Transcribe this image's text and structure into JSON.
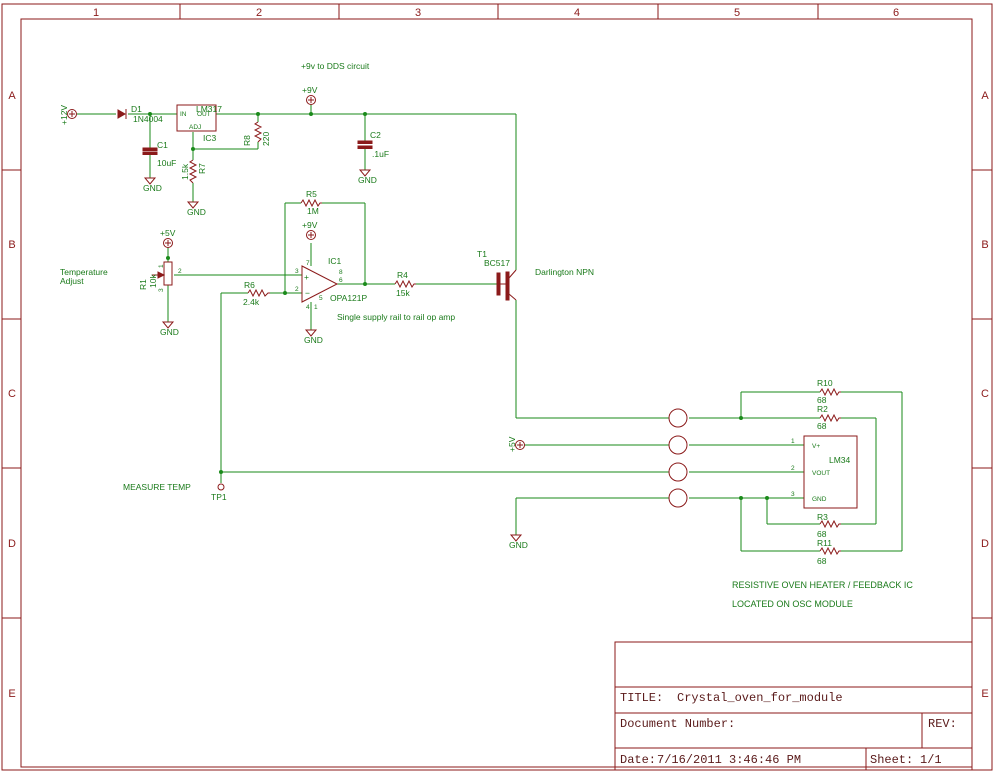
{
  "frame": {
    "columns": [
      "1",
      "2",
      "3",
      "4",
      "5",
      "6"
    ],
    "rows": [
      "A",
      "B",
      "C",
      "D",
      "E"
    ]
  },
  "title_block": {
    "title_label": "TITLE:",
    "title_value": "Crystal_oven_for_module",
    "docnum_label": "Document Number:",
    "rev_label": "REV:",
    "date_label": "Date:",
    "date_value": "7/16/2011 3:46:46 PM",
    "sheet_label": "Sheet:",
    "sheet_value": "1/1"
  },
  "notes": {
    "dds": "+9v to DDS circuit",
    "temp_adjust_1": "Temperature",
    "temp_adjust_2": "Adjust",
    "darlington": "Darlington NPN",
    "opamp_note": "Single supply rail to rail op amp",
    "measure_temp": "MEASURE TEMP",
    "heater_1": "RESISTIVE OVEN HEATER / FEEDBACK IC",
    "heater_2": "LOCATED ON OSC MODULE"
  },
  "power": {
    "v12": "+12V",
    "v9_top": "+9V",
    "v9_opamp": "+9V",
    "v5_pot": "+5V",
    "v5_sensor": "+5V"
  },
  "ground_label": "GND",
  "parts": {
    "D1": {
      "name": "D1",
      "value": "1N4004"
    },
    "IC3": {
      "name": "IC3",
      "value": "LM317",
      "pin_in": "IN",
      "pin_out": "OUT",
      "pin_adj": "ADJ"
    },
    "C1": {
      "name": "C1",
      "value": "10uF"
    },
    "C2": {
      "name": "C2",
      "value": ".1uF"
    },
    "R8": {
      "name": "R8",
      "value": "220"
    },
    "R7": {
      "name": "R7",
      "value": "1.5k"
    },
    "R5": {
      "name": "R5",
      "value": "1M"
    },
    "R1": {
      "name": "R1",
      "value": "10k"
    },
    "R6": {
      "name": "R6",
      "value": "2.4k"
    },
    "IC1": {
      "name": "IC1",
      "value": "OPA121P"
    },
    "R4": {
      "name": "R4",
      "value": "15k"
    },
    "T1": {
      "name": "T1",
      "value": "BC517"
    },
    "R10": {
      "name": "R10",
      "value": "68"
    },
    "R2": {
      "name": "R2",
      "value": "68"
    },
    "R3": {
      "name": "R3",
      "value": "68"
    },
    "R11": {
      "name": "R11",
      "value": "68"
    },
    "LM34": {
      "name": "LM34",
      "pin_v": "V+",
      "pin_vout": "VOUT",
      "pin_gnd": "GND",
      "pin1": "1",
      "pin2": "2",
      "pin3": "3"
    },
    "TP1": {
      "name": "TP1"
    }
  },
  "opamp_pins": {
    "p3": "3",
    "p2": "2",
    "p6": "6",
    "p7": "7",
    "p8": "8",
    "p4": "4",
    "p1": "1",
    "p5": "5"
  },
  "pot_pins": {
    "p1": "1",
    "p2": "2",
    "p3": "3"
  }
}
